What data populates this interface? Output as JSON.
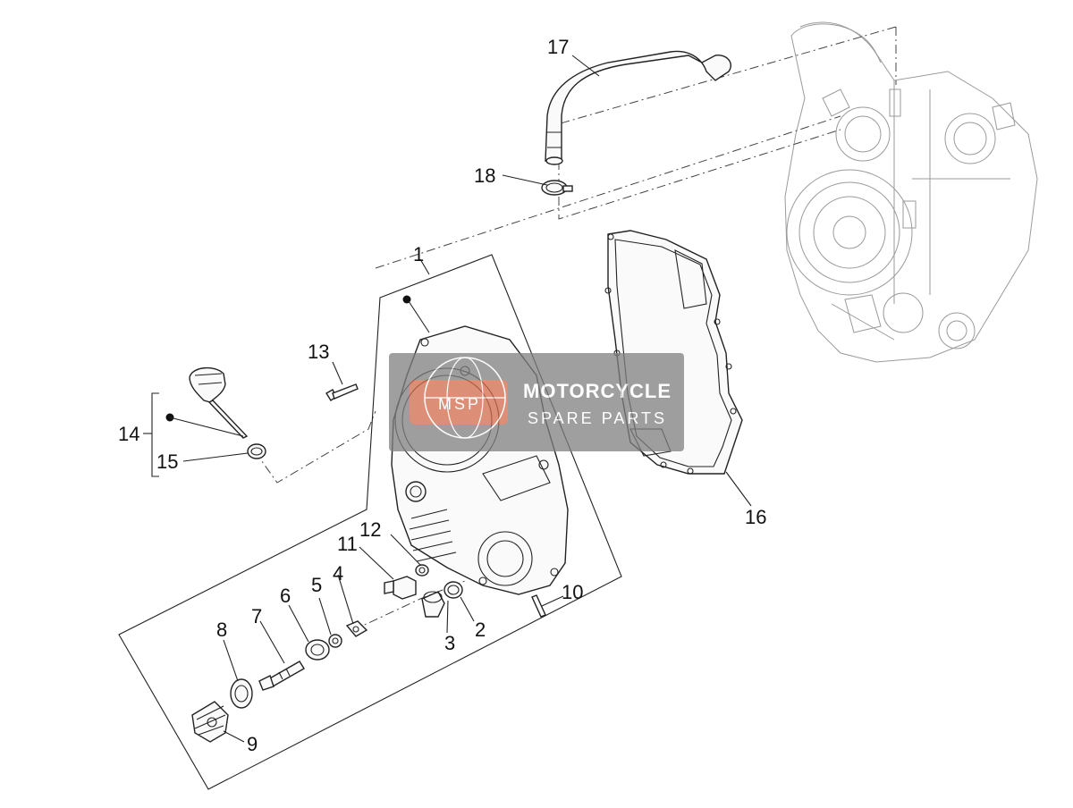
{
  "diagram": {
    "callouts": [
      {
        "id": "1",
        "label": "1"
      },
      {
        "id": "2",
        "label": "2"
      },
      {
        "id": "3",
        "label": "3"
      },
      {
        "id": "4",
        "label": "4"
      },
      {
        "id": "5",
        "label": "5"
      },
      {
        "id": "6",
        "label": "6"
      },
      {
        "id": "7",
        "label": "7"
      },
      {
        "id": "8",
        "label": "8"
      },
      {
        "id": "9",
        "label": "9"
      },
      {
        "id": "10",
        "label": "10"
      },
      {
        "id": "11",
        "label": "11"
      },
      {
        "id": "12",
        "label": "12"
      },
      {
        "id": "13",
        "label": "13"
      },
      {
        "id": "14",
        "label": "14"
      },
      {
        "id": "15",
        "label": "15"
      },
      {
        "id": "16",
        "label": "16"
      },
      {
        "id": "17",
        "label": "17"
      },
      {
        "id": "18",
        "label": "18"
      }
    ],
    "watermark": {
      "title": "MOTORCYCLE",
      "subtitle": "SPARE PARTS",
      "badge_text": "MSP"
    },
    "colors": {
      "line": "#222222",
      "engine_line": "#9a9a9a",
      "watermark_bg": "#808080",
      "watermark_accent": "#e8643c"
    }
  }
}
